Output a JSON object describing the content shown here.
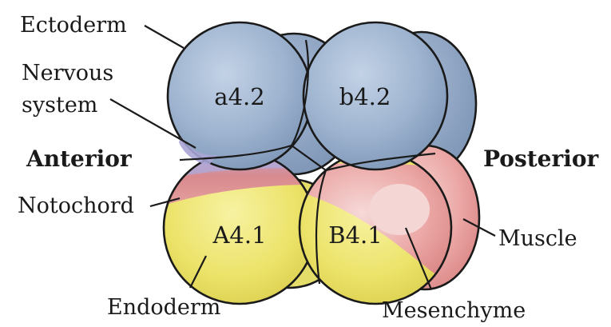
{
  "labels": {
    "ectoderm": "Ectoderm",
    "nervous_line1": "Nervous",
    "nervous_line2": "system",
    "anterior": "Anterior",
    "posterior": "Posterior",
    "notochord": "Notochord",
    "endoderm": "Endoderm",
    "mesenchyme": "Mesenchyme",
    "muscle": "Muscle"
  },
  "cells": {
    "a42": "a4.2",
    "b42": "b4.2",
    "A41": "A4.1",
    "B41": "B4.1"
  },
  "colors": {
    "ectoderm": "#9db3cf",
    "endoderm": "#eee56a",
    "notochord": "#d98a8e",
    "nervous": "#a9a5d6",
    "muscle": "#e8a6a3",
    "mesenchyme": "#f1c7c6",
    "outline": "#1a1a1a"
  }
}
